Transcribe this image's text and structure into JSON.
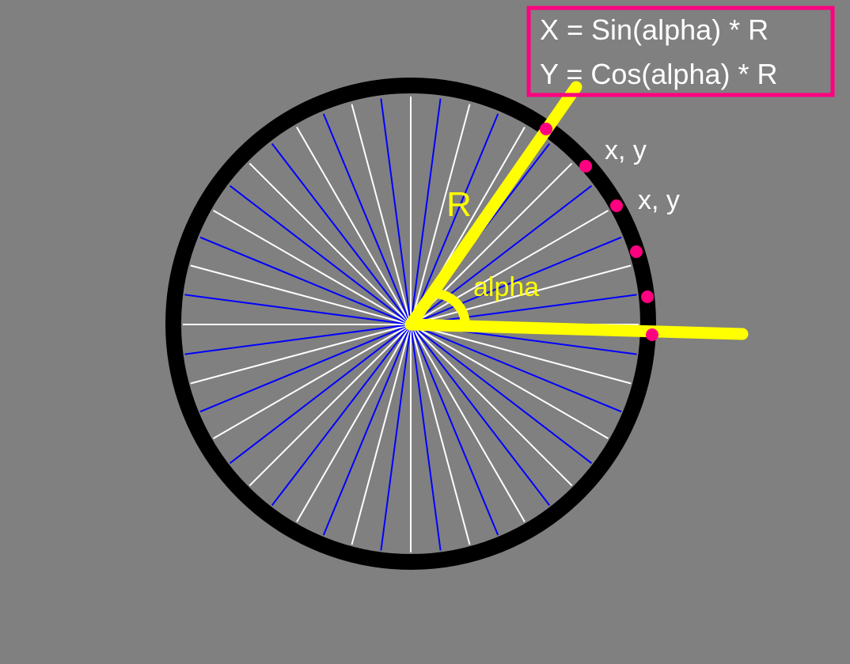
{
  "formula_box": {
    "line1": "X = Sin(alpha) * R",
    "line2": "Y = Cos(alpha) * R"
  },
  "labels": {
    "radius": "R",
    "angle": "alpha",
    "point_label_1": "x, y",
    "point_label_2": "x, y"
  },
  "wheel": {
    "spoke_count": 48,
    "dot_count": 6
  },
  "colors": {
    "background": "#808080",
    "rim": "#000000",
    "spoke_white": "#ffffff",
    "spoke_blue": "#0000ff",
    "highlight_yellow": "#ffff00",
    "dots_and_box": "#ff0080"
  }
}
